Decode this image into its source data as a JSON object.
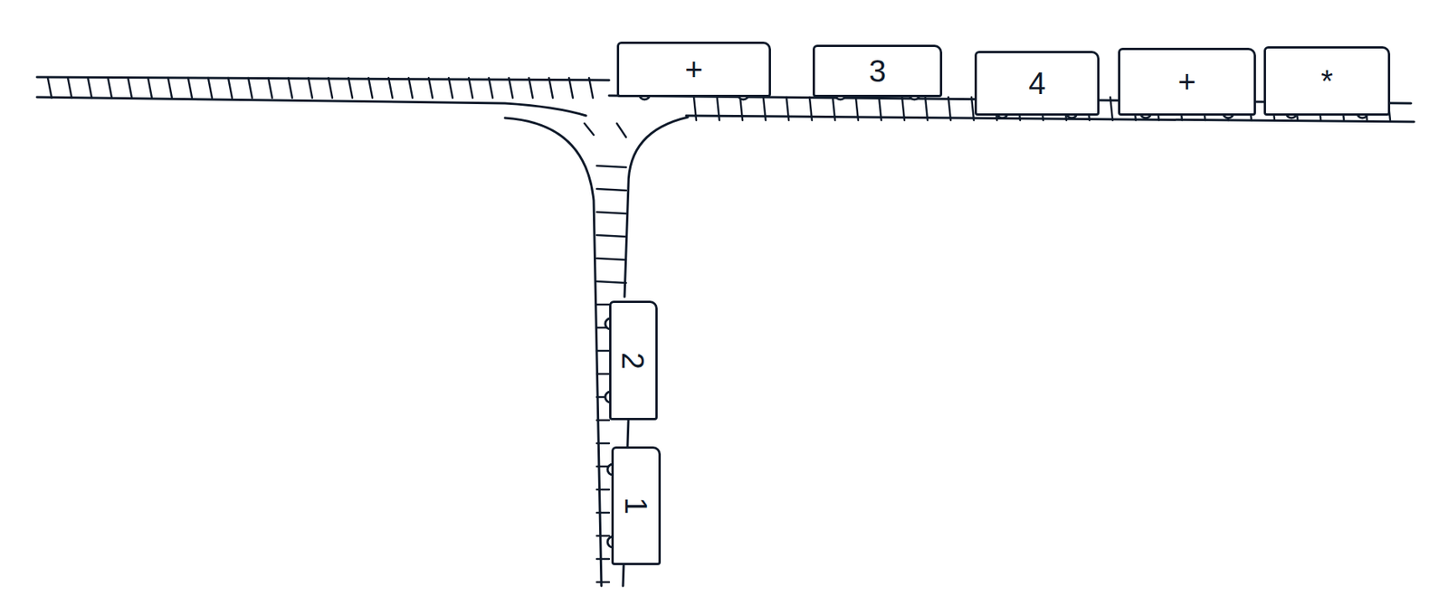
{
  "diagram": {
    "nodes": [
      {
        "text": [
          "+"
        ]
      },
      {
        "text": [
          "3"
        ]
      },
      {
        "text": [
          "4"
        ]
      },
      {
        "text": [
          "+"
        ]
      },
      {
        "text": [
          "*"
        ]
      },
      {
        "text": [
          "2"
        ]
      },
      {
        "text": [
          "1"
        ]
      }
    ]
  }
}
